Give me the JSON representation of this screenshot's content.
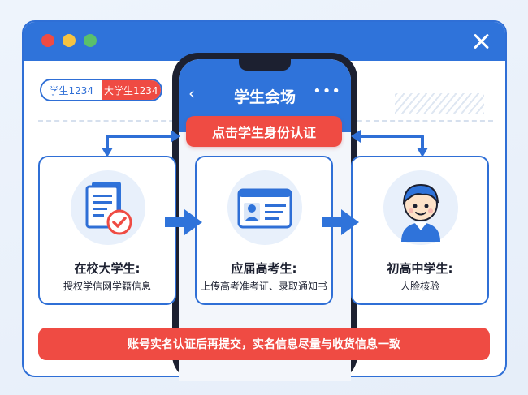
{
  "window": {
    "controls": [
      "close-dot-red",
      "minimize-dot-yellow",
      "maximize-dot-green"
    ],
    "close_icon": "close-icon"
  },
  "tabs": [
    {
      "label": "学生1234",
      "state": "inactive"
    },
    {
      "label": "大学生1234",
      "state": "active"
    }
  ],
  "phone": {
    "title": "学生会场",
    "back_icon": "‹",
    "more_icon": "•••"
  },
  "verify_button": {
    "label": "点击学生身份认证"
  },
  "cards": [
    {
      "icon": "document-check-icon",
      "title": "在校大学生:",
      "subtitle": "授权学信网学籍信息"
    },
    {
      "icon": "id-card-icon",
      "title": "应届高考生:",
      "subtitle": "上传高考准考证、录取通知书"
    },
    {
      "icon": "student-avatar-icon",
      "title": "初高中学生:",
      "subtitle": "人脸核验"
    }
  ],
  "notice": {
    "text": "账号实名认证后再提交，实名信息尽量与收货信息一致"
  },
  "colors": {
    "primary": "#2f73da",
    "accent_red": "#ef4b43",
    "border_blue": "#2f6fd6"
  }
}
